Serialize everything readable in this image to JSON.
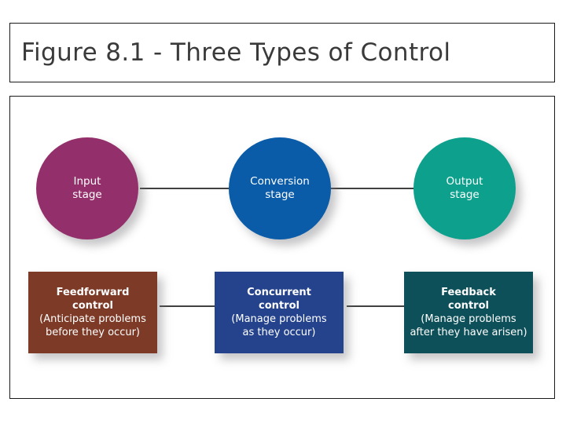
{
  "title_panel": {
    "title": "Figure 8.1 - Three Types of Control"
  },
  "diagram": {
    "stage_row": [
      {
        "id": "input",
        "label": "Input\nstage",
        "line1": "Input",
        "line2": "stage",
        "color": "#93306b"
      },
      {
        "id": "conversion",
        "label": "Conversion\nstage",
        "line1": "Conversion",
        "line2": "stage",
        "color": "#0b5ca8"
      },
      {
        "id": "output",
        "label": "Output\nstage",
        "line1": "Output",
        "line2": "stage",
        "color": "#0da18d"
      }
    ],
    "control_row": [
      {
        "id": "feedforward",
        "title_line1": "Feedforward",
        "title_line2": "control",
        "sub_line1": "(Anticipate problems",
        "sub_line2": "before they occur)",
        "color": "#7d3a26"
      },
      {
        "id": "concurrent",
        "title_line1": "Concurrent",
        "title_line2": "control",
        "sub_line1": "(Manage problems",
        "sub_line2": "as they occur)",
        "color": "#24438c"
      },
      {
        "id": "feedback",
        "title_line1": "Feedback",
        "title_line2": "control",
        "sub_line1": "(Manage problems",
        "sub_line2": "after they have arisen)",
        "color": "#0d5059"
      }
    ],
    "connectors": [
      {
        "id": "input-to-conversion",
        "from": "input",
        "to": "conversion"
      },
      {
        "id": "conversion-to-output",
        "from": "conversion",
        "to": "output"
      },
      {
        "id": "feedforward-to-concurrent",
        "from": "feedforward",
        "to": "concurrent"
      },
      {
        "id": "concurrent-to-feedback",
        "from": "concurrent",
        "to": "feedback"
      }
    ],
    "arrow_color": "#000000",
    "panel_border_color": "#1a1a1a"
  }
}
